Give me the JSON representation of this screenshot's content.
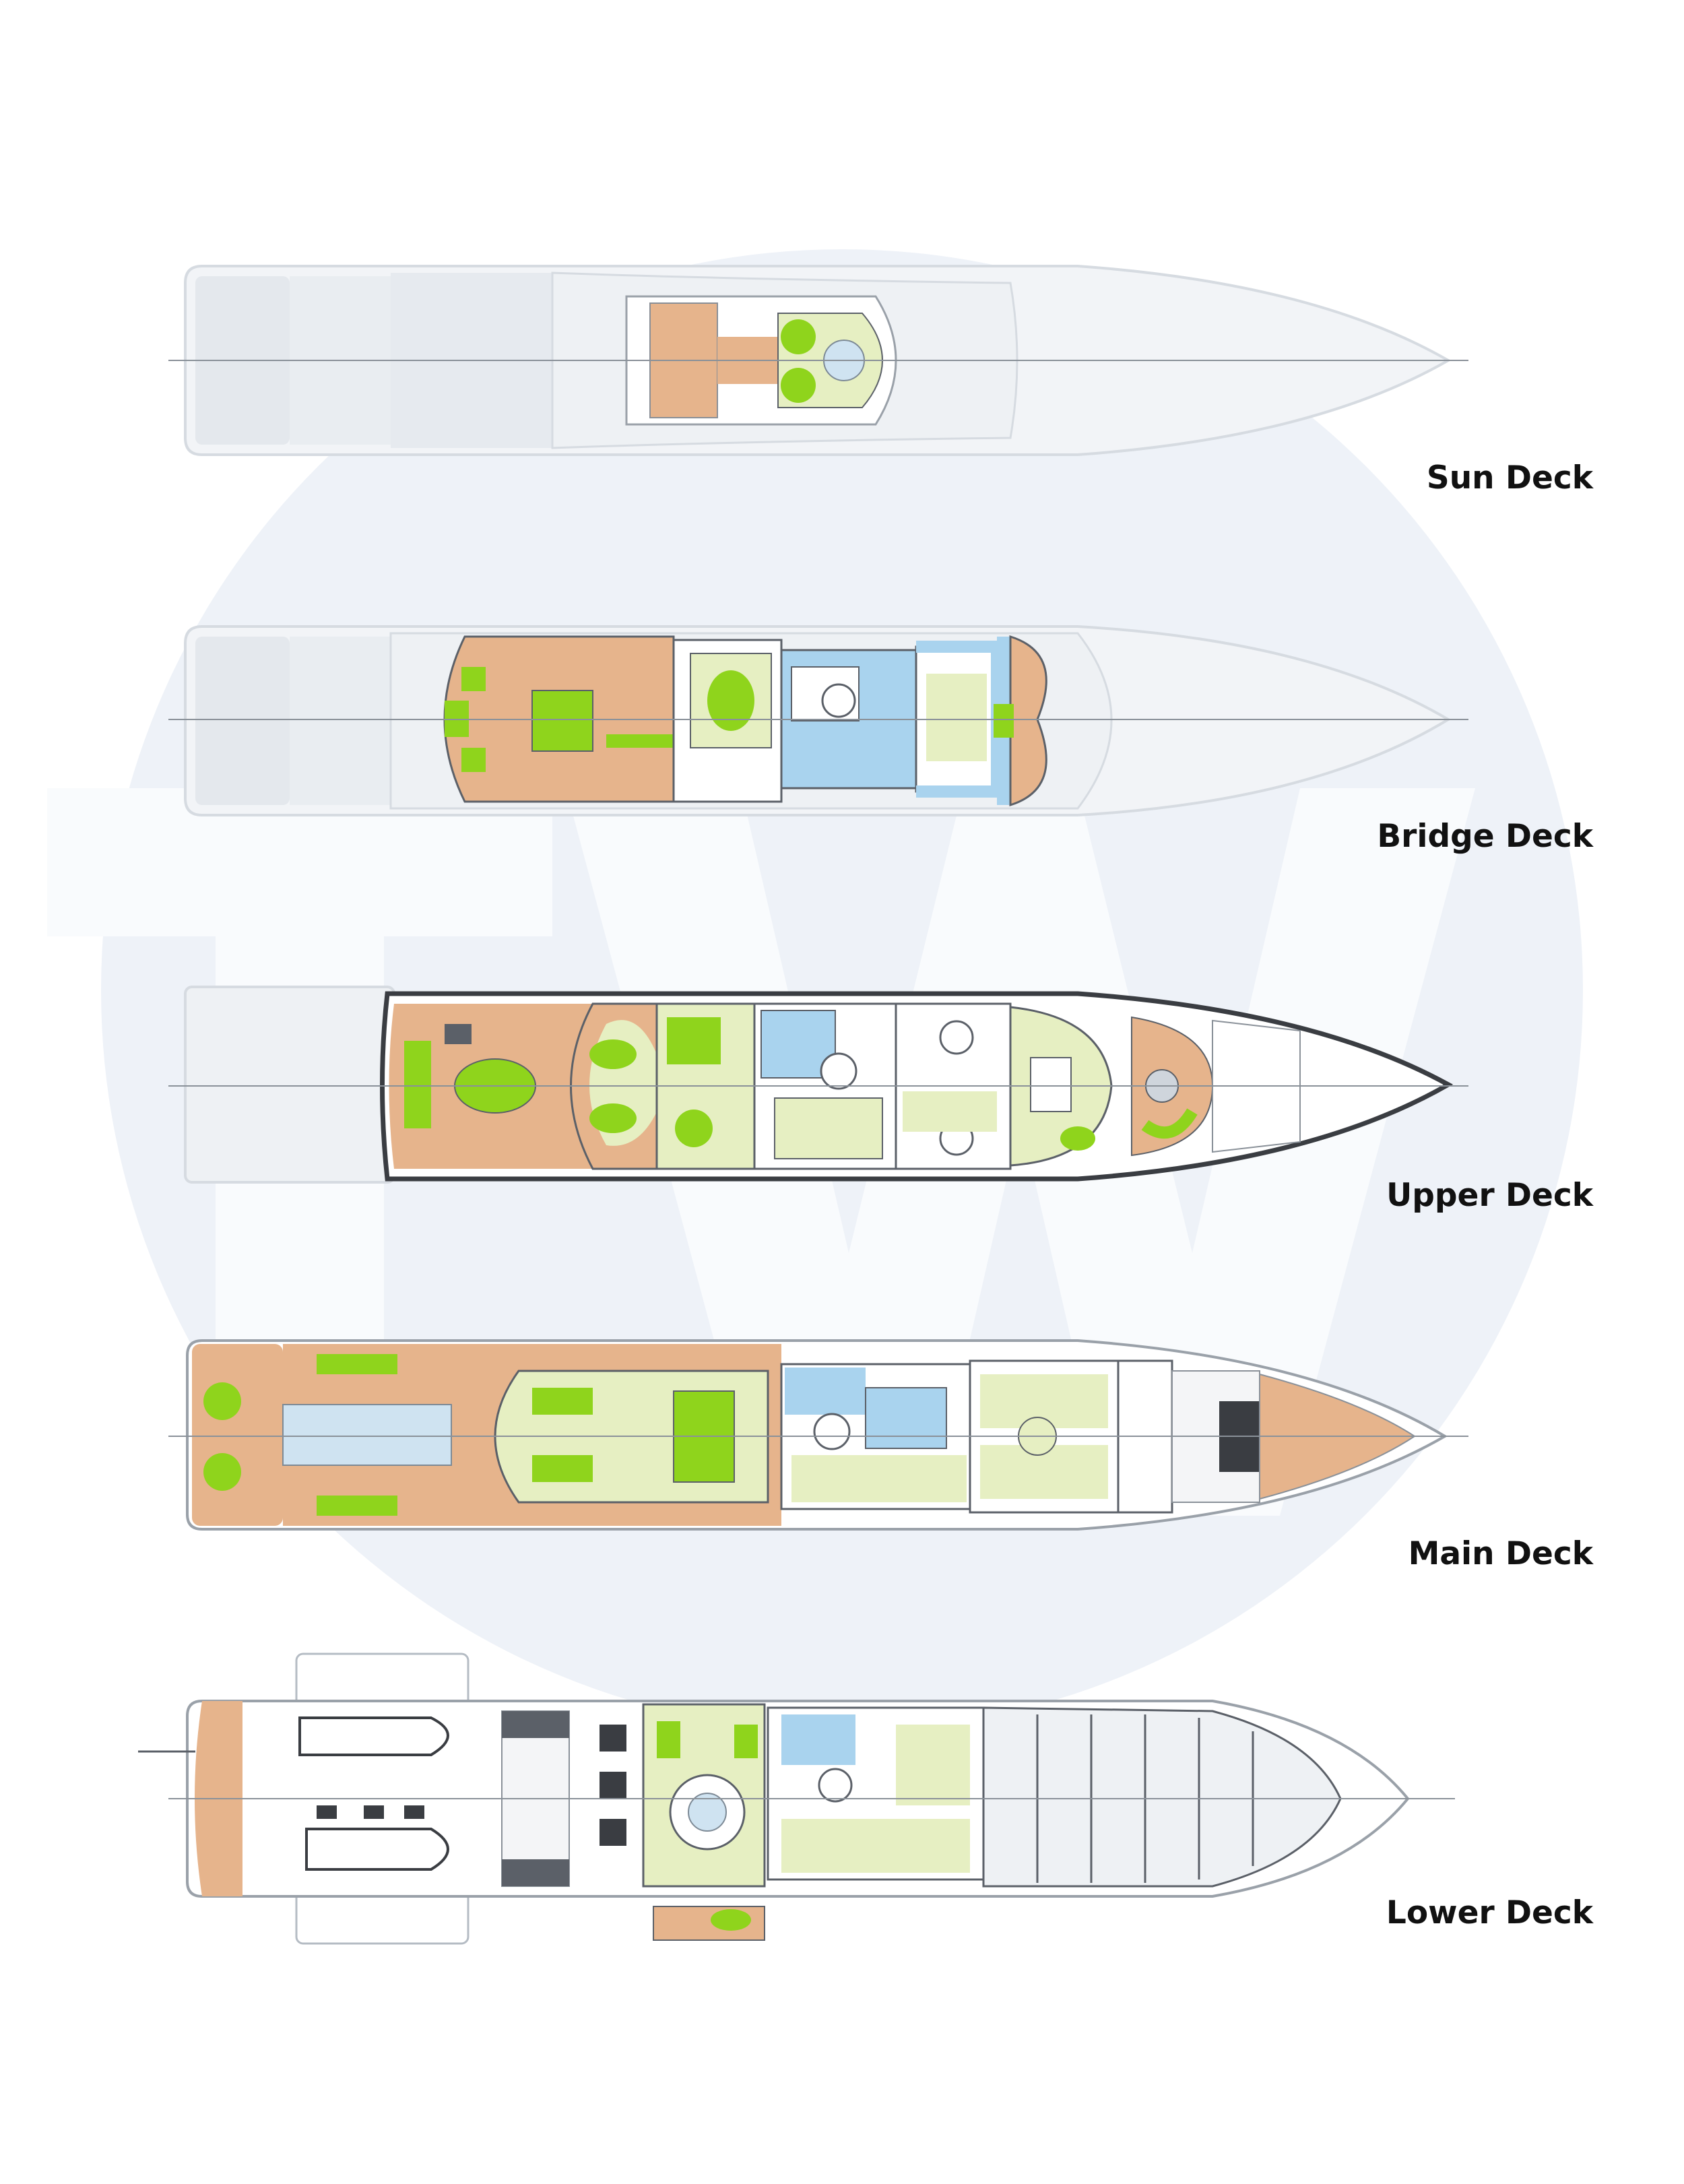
{
  "colors": {
    "watermark": "#eef2f8",
    "watermark_letters": "#f9fbfd",
    "hull_ghost": "#e3e8ee",
    "hull_line": "#cfd5dc",
    "hull_dark": "#3a3d42",
    "teak": "#e6b48c",
    "lounge": "#e6efc2",
    "green": "#8fd41c",
    "blue": "#a9d3ee",
    "wall": "#5b6068",
    "label": "#111111"
  },
  "watermark": {
    "letters": "TW",
    "icon": "tw-monogram-watermark"
  },
  "decks": [
    {
      "id": "sun",
      "label": "Sun Deck"
    },
    {
      "id": "bridge",
      "label": "Bridge Deck"
    },
    {
      "id": "upper",
      "label": "Upper Deck"
    },
    {
      "id": "main",
      "label": "Main Deck"
    },
    {
      "id": "lower",
      "label": "Lower Deck"
    }
  ]
}
